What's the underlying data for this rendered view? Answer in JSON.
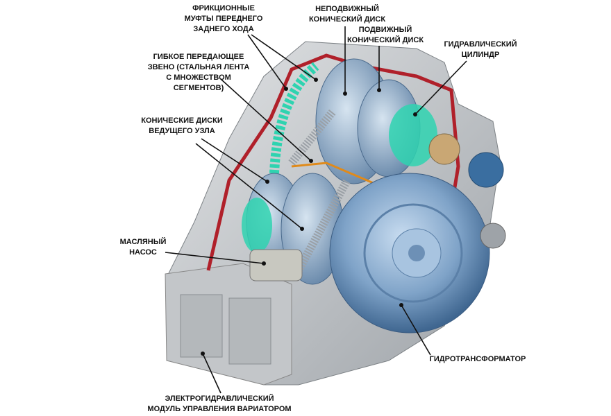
{
  "diagram": {
    "labels": {
      "clutches": [
        "ФРИКЦИОННЫЕ",
        "МУФТЫ ПЕРЕДНЕГО",
        "ЗАДНЕГО ХОДА"
      ],
      "fixed_disc": [
        "НЕПОДВИЖНЫЙ",
        "КОНИЧЕСКИЙ ДИСК"
      ],
      "movable_disc": [
        "ПОДВИЖНЫЙ",
        "КОНИЧЕСКИЙ ДИСК"
      ],
      "hydraulic_cylinder": [
        "ГИДРАВЛИЧЕСКИЙ",
        "ЦИЛИНДР"
      ],
      "belt": [
        "ГИБКОЕ ПЕРЕДАЮЩЕЕ",
        "ЗВЕНО (СТАЛЬНАЯ ЛЕНТА",
        "С МНОЖЕСТВОМ",
        "СЕГМЕНТОВ)"
      ],
      "drive_discs": [
        "КОНИЧЕСКИЕ ДИСКИ",
        "ВЕДУЩЕГО УЗЛА"
      ],
      "oil_pump": [
        "МАСЛЯНЫЙ",
        "НАСОС"
      ],
      "torque_converter": [
        "ГИДРОТРАНСФОРМАТОР"
      ],
      "control_module": [
        "ЭЛЕКТРОГИДРАВЛИЧЕСКИЙ",
        "МОДУЛЬ УПРАВЛЕНИЯ ВАРИАТОРОМ"
      ]
    },
    "colors": {
      "housing": "#c9ccd0",
      "cutaway": "#b0202a",
      "metal_blue": "#7fa3c8",
      "teal": "#2fd3b0",
      "leader": "#111111"
    }
  }
}
